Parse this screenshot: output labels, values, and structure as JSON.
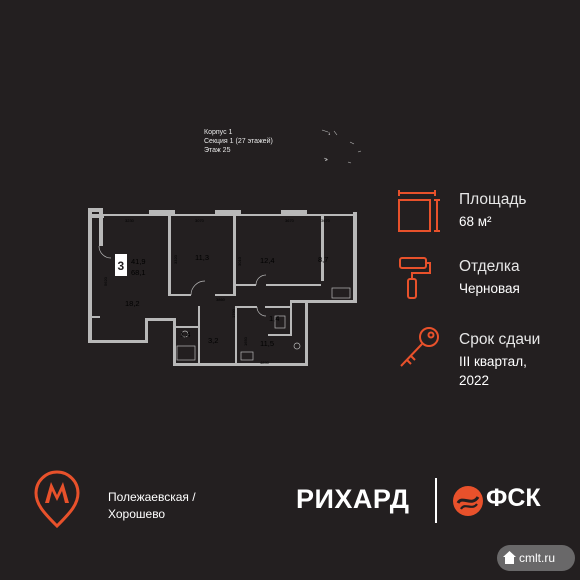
{
  "building": {
    "korpus": "Корпус 1",
    "section": "Секция 1 (27 этажей)",
    "floor": "Этаж 25"
  },
  "compass": {
    "n1": "1",
    "n2": "2"
  },
  "plan": {
    "rooms_count": "3",
    "living_area": "41,9",
    "total_area": "68,1",
    "rooms": [
      {
        "area": "18,2"
      },
      {
        "area": "11,3"
      },
      {
        "area": "12,4"
      },
      {
        "area": "8,7"
      },
      {
        "area": "1,4"
      },
      {
        "area": "3,2"
      },
      {
        "area": "1,4"
      },
      {
        "area": "11,5"
      }
    ],
    "dims": [
      "3230",
      "3070",
      "3670",
      "3670",
      "5620",
      "3320",
      "3010",
      "4890",
      "1790",
      "3860",
      "1650"
    ]
  },
  "attributes": {
    "area_label": "Площадь",
    "area_value": "68 м²",
    "finish_label": "Отделка",
    "finish_value": "Черновая",
    "delivery_label": "Срок сдачи",
    "delivery_line1": "III квартал,",
    "delivery_line2": "2022"
  },
  "metro": {
    "line1": "Полежаевская /",
    "line2": "Хорошево"
  },
  "logos": {
    "rihard": "РИХАРД",
    "fsk": "ФСК"
  },
  "watermark": {
    "text": "cmlt.ru"
  },
  "colors": {
    "accent": "#e8512b",
    "background": "#231f20",
    "plan_gray": "#b8b8b8"
  }
}
